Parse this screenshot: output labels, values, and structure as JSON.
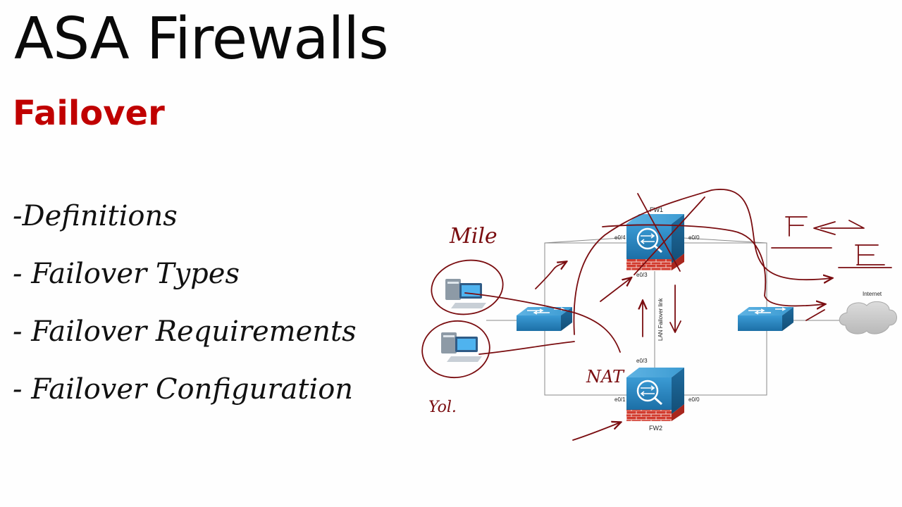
{
  "slide": {
    "title": "ASA Firewalls",
    "subtitle": "Failover",
    "bullets": [
      "-Definitions",
      "- Failover Types",
      "- Failover Requirements",
      "- Failover Configuration"
    ]
  },
  "diagram": {
    "fw1": {
      "name": "FW1",
      "ports": [
        "e0/4",
        "e0/0",
        "e0/3"
      ]
    },
    "fw2": {
      "name": "FW2",
      "ports": [
        "e0/3",
        "e0/1",
        "e0/0"
      ]
    },
    "link_label": "LAN Failover link",
    "cloud_label": "Internet",
    "handwriting": {
      "top_left": "Mile",
      "nat": "NAT",
      "bottom_left": "Yol."
    }
  },
  "colors": {
    "title": "#0a0a0a",
    "subtitle": "#c00000",
    "annotation": "#7a0d10",
    "device_blue": "#2a86c0",
    "brick_red": "#d23a2e"
  }
}
